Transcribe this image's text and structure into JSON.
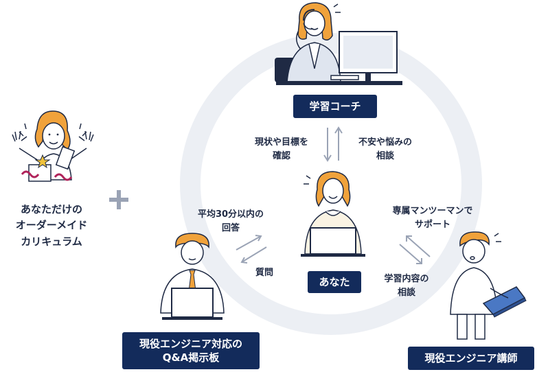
{
  "left_panel": {
    "lines": [
      "あなただけの",
      "オーダーメイド",
      "カリキュラム"
    ]
  },
  "nodes": {
    "coach": "学習コーチ",
    "you": "あなた",
    "qa_board_line1": "現役エンジニア対応の",
    "qa_board_line2": "Q&A掲示板",
    "instructor": "現役エンジニア講師"
  },
  "flows": {
    "coach_down_line1": "現状や目標を",
    "coach_down_line2": "確認",
    "coach_up_line1": "不安や悩みの",
    "coach_up_line2": "相談",
    "qa_reply_line1": "平均30分以内の",
    "qa_reply_line2": "回答",
    "qa_question": "質問",
    "instructor_support_line1": "専属マンツーマンで",
    "instructor_support_line2": "サポート",
    "instructor_consult_line1": "学習内容の",
    "instructor_consult_line2": "相談"
  },
  "colors": {
    "navy": "#132b5b",
    "ring": "#eceff4",
    "arrow": "#9aa3b5",
    "accent_orange": "#f0a23b"
  }
}
